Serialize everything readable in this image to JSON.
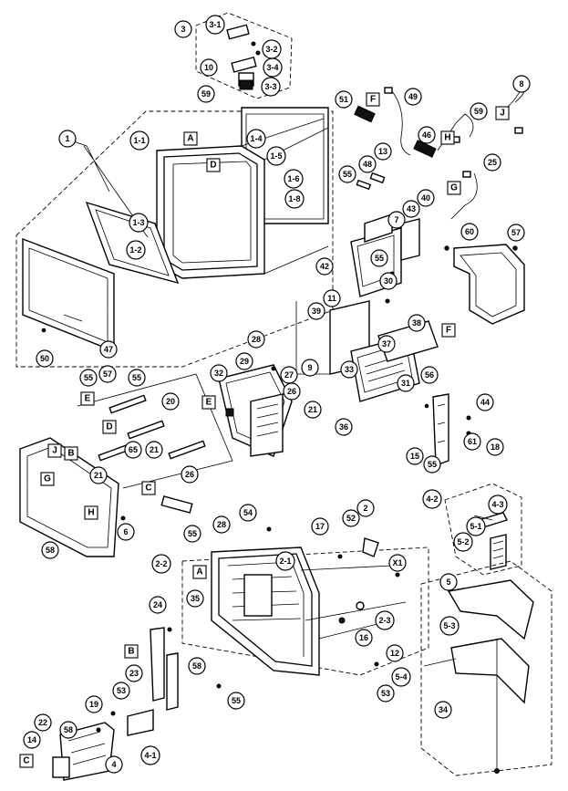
{
  "diagram": {
    "callouts": [
      "3",
      "3-1",
      "3-2",
      "3-4",
      "3-3",
      "10",
      "59",
      "1",
      "1-1",
      "1-4",
      "1-5",
      "1-6",
      "1-8",
      "1-3",
      "1-2",
      "50",
      "47",
      "51",
      "49",
      "46",
      "59",
      "8",
      "13",
      "48",
      "55",
      "25",
      "40",
      "43",
      "7",
      "42",
      "55",
      "30",
      "60",
      "57",
      "11",
      "39",
      "38",
      "37",
      "31",
      "9",
      "33",
      "36",
      "56",
      "44",
      "61",
      "18",
      "15",
      "55",
      "28",
      "32",
      "29",
      "27",
      "26",
      "21",
      "55",
      "57",
      "55",
      "20",
      "65",
      "21",
      "26",
      "21",
      "55",
      "28",
      "6",
      "58",
      "54",
      "17",
      "52",
      "2",
      "2-2",
      "2-1",
      "35",
      "X1",
      "2-3",
      "16",
      "12",
      "53",
      "24",
      "23",
      "58",
      "53",
      "55",
      "22",
      "19",
      "58",
      "14",
      "4",
      "4-1",
      "4-2",
      "4-3",
      "5-1",
      "5-2",
      "5",
      "5-3",
      "5-4",
      "34"
    ],
    "letters": [
      "A",
      "D",
      "F",
      "J",
      "H",
      "G",
      "E",
      "F",
      "E",
      "D",
      "J",
      "B",
      "C",
      "G",
      "H",
      "A",
      "B",
      "C"
    ]
  }
}
